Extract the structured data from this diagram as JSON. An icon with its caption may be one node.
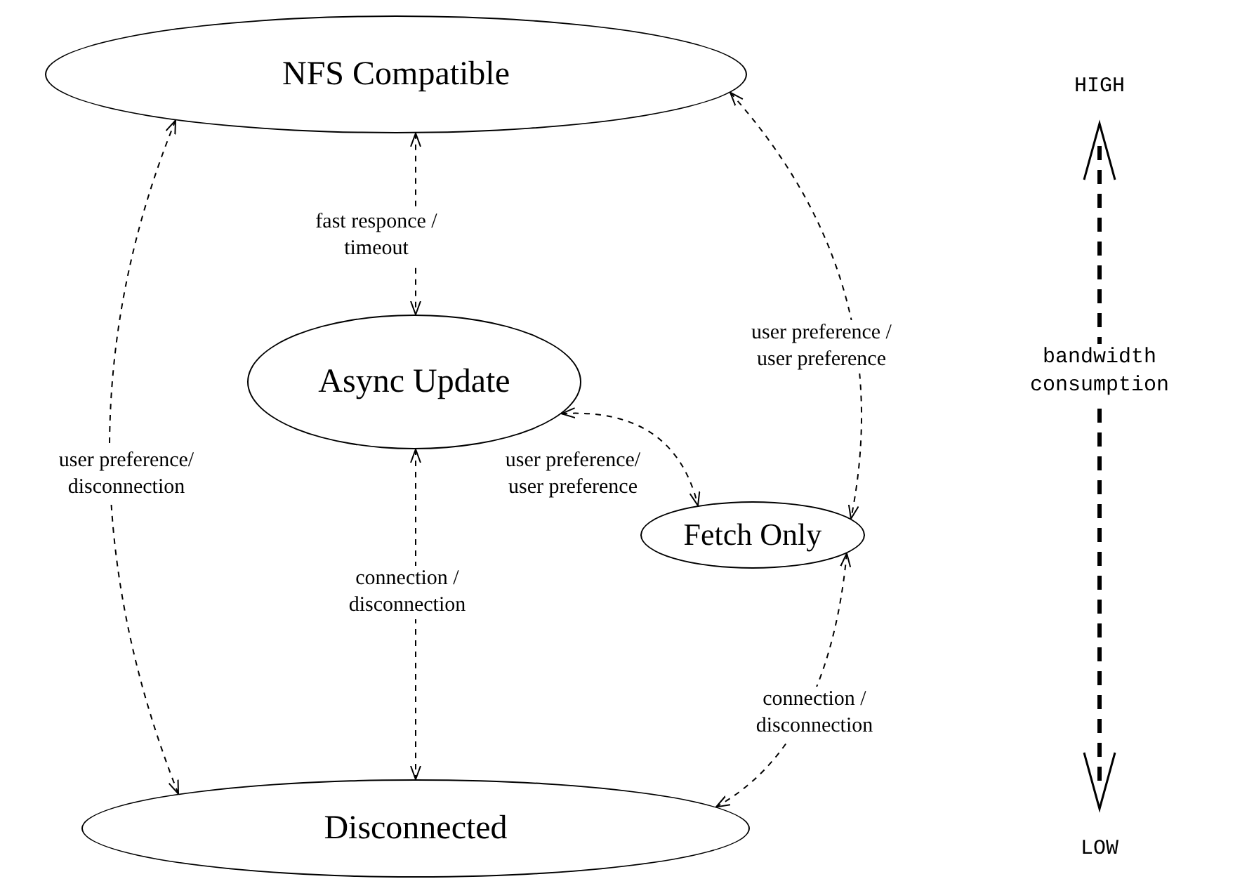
{
  "diagram": {
    "nodes": [
      {
        "text": [
          "NFS Compatible"
        ]
      },
      {
        "text": [
          "Async Update"
        ]
      },
      {
        "text": [
          "Fetch Only"
        ]
      },
      {
        "text": [
          "Disconnected"
        ]
      }
    ],
    "edges": [
      {
        "from": 0,
        "to": 1,
        "arrow": "both",
        "style": "dashed",
        "label": "fast responce / timeout"
      },
      {
        "from": 0,
        "to": 3,
        "arrow": "both",
        "style": "dashed",
        "label": "user preference/ disconnection"
      },
      {
        "from": 0,
        "to": 2,
        "arrow": "both",
        "style": "dashed",
        "label": "user preference / user preference"
      },
      {
        "from": 1,
        "to": 2,
        "arrow": "both",
        "style": "dashed",
        "label": "user preference/ user preference"
      },
      {
        "from": 1,
        "to": 3,
        "arrow": "both",
        "style": "dashed",
        "label": "connection / disconnection"
      },
      {
        "from": 2,
        "to": 3,
        "arrow": "both",
        "style": "dashed",
        "label": "connection / disconnection"
      }
    ],
    "labels": [
      "HIGH",
      "bandwidth consumption",
      "LOW"
    ]
  }
}
